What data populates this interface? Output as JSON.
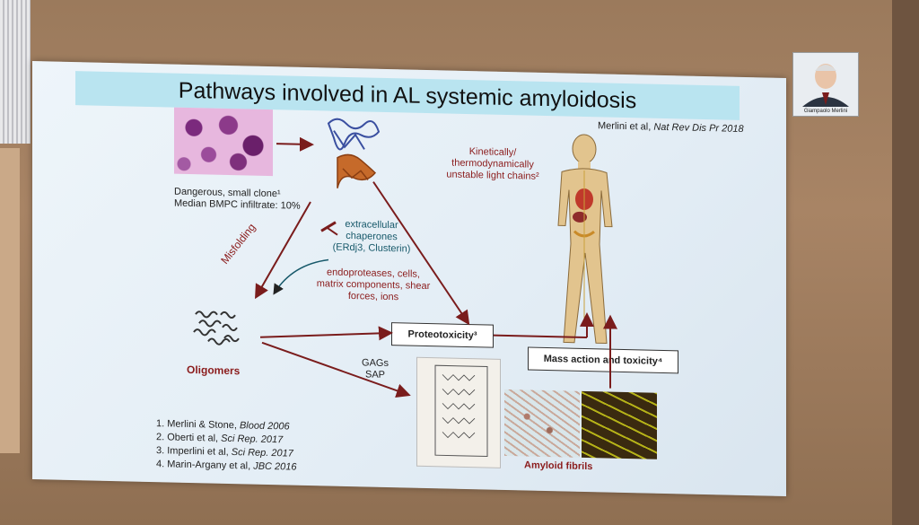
{
  "slide": {
    "title": "Pathways involved in AL systemic amyloidosis",
    "reference_author": "Merlini et al, ",
    "reference_journal": "Nat Rev Dis Pr 2018",
    "clone_line1": "Dangerous, small clone¹",
    "clone_line2": "Median BMPC infiltrate: 10%",
    "kinetic_line1": "Kinetically/",
    "kinetic_line2": "thermodynamically",
    "kinetic_line3": "unstable light chains²",
    "chaperone_line1": "extracellular",
    "chaperone_line2": "chaperones",
    "chaperone_line3": "(ERdj3, Clusterin)",
    "factor_line1": "endoproteases, cells,",
    "factor_line2": "matrix components, shear",
    "factor_line3": "forces, ions",
    "misfolding": "Misfolding",
    "oligomers": "Oligomers",
    "proteotoxicity": "Proteotoxicity³",
    "mass_action": "Mass action and toxicity⁴",
    "gags": "GAGs",
    "sap": "SAP",
    "amyloid_fibrils": "Amyloid fibrils",
    "references": [
      {
        "num": "1. ",
        "authors": "Merlini & Stone, ",
        "journal": "Blood  2006"
      },
      {
        "num": "2. ",
        "authors": "Oberti et al, ",
        "journal": "Sci Rep. 2017"
      },
      {
        "num": "3. ",
        "authors": "Imperlini et al, ",
        "journal": "Sci Rep. 2017"
      },
      {
        "num": "4. ",
        "authors": "Marin-Argany et al, ",
        "journal": "JBC 2016"
      }
    ]
  },
  "webcam": {
    "name": "Giampaolo Merlini"
  },
  "icons": [
    "bone-marrow-image",
    "light-chain-protein-icon",
    "oligomers-icon",
    "human-body-icon",
    "gag-structure-image",
    "fibril-micrograph",
    "fibril-fluorescence-image"
  ],
  "colors": {
    "title_band": "#b9e4f0",
    "arrow": "#7a1c1c",
    "label_red": "#8b1c1c",
    "label_teal": "#17596a"
  }
}
